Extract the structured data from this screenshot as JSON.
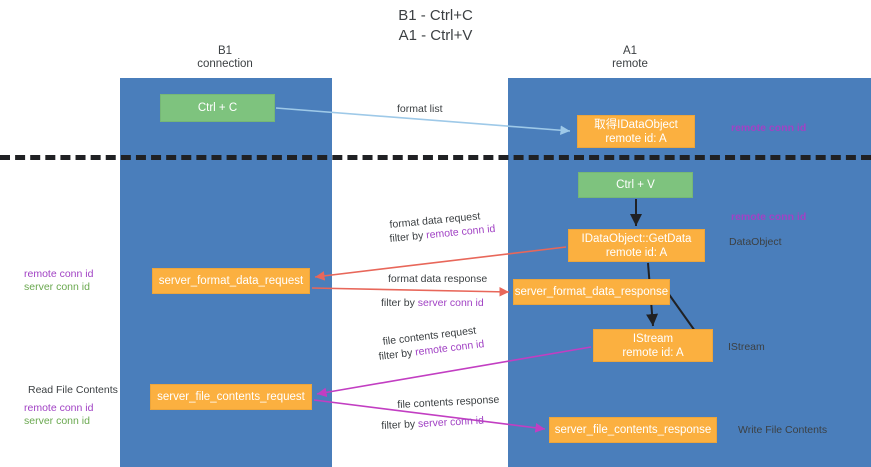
{
  "title": "B1 - Ctrl+C\nA1 - Ctrl+V",
  "columns": {
    "left": {
      "heading": "B1\nconnection"
    },
    "right": {
      "heading": "A1\nremote"
    }
  },
  "nodes": {
    "ctrl_c": {
      "label": "Ctrl + C",
      "color": "#7ec37e"
    },
    "idataobject": {
      "line1": "取得IDataObject",
      "line2": "remote id: A",
      "color": "#fbb040"
    },
    "ctrl_v": {
      "label": "Ctrl + V",
      "color": "#7ec37e"
    },
    "getdata": {
      "line1": "IDataObject::GetData",
      "line2": "remote id: A",
      "color": "#fbb040"
    },
    "server_format_data_request": {
      "label": "server_format_data_request",
      "color": "#fbb040"
    },
    "server_format_data_response": {
      "label": "server_format_data_response",
      "color": "#fbb040"
    },
    "istream": {
      "line1": "IStream",
      "line2": "remote id: A",
      "color": "#fbb040"
    },
    "server_file_contents_request": {
      "label": "server_file_contents_request",
      "color": "#fbb040"
    },
    "server_file_contents_response": {
      "label": "server_file_contents_response",
      "color": "#fbb040"
    }
  },
  "edge_labels": {
    "format_list": "format list",
    "format_data_request": "format data request",
    "format_data_request_filter_prefix": "filter by ",
    "format_data_request_filter_key": "remote conn id",
    "format_data_response": "format data response",
    "format_data_response_filter_prefix": "filter by ",
    "format_data_response_filter_key": "server conn id",
    "file_contents_request": "file contents request",
    "file_contents_request_filter_prefix": "filter by ",
    "file_contents_request_filter_key": "remote conn id",
    "file_contents_response": "file contents response",
    "file_contents_response_filter_prefix": "filter by ",
    "file_contents_response_filter_key": "server conn id"
  },
  "side_labels": {
    "remote_conn_id_top": "remote conn id",
    "remote_conn_id_mid": "remote conn id",
    "dataobject": "DataObject",
    "istream": "IStream",
    "write_file_contents": "Write File Contents",
    "read_file_contents": "Read File Contents",
    "left_remote_conn_id_1": "remote conn id",
    "left_server_conn_id_1": "server conn id",
    "left_remote_conn_id_2": "remote conn id",
    "left_server_conn_id_2": "server conn id"
  },
  "colors": {
    "pane": "#4a7ebb",
    "green": "#7ec37e",
    "orange": "#fbb040",
    "purple": "#a142c4",
    "green_text": "#6aa84f",
    "red_arrow": "#e8675a",
    "magenta_arrow": "#c23ec2",
    "blue_arrow": "#9ec9e8",
    "divider": "#202124",
    "background": "#ffffff"
  }
}
